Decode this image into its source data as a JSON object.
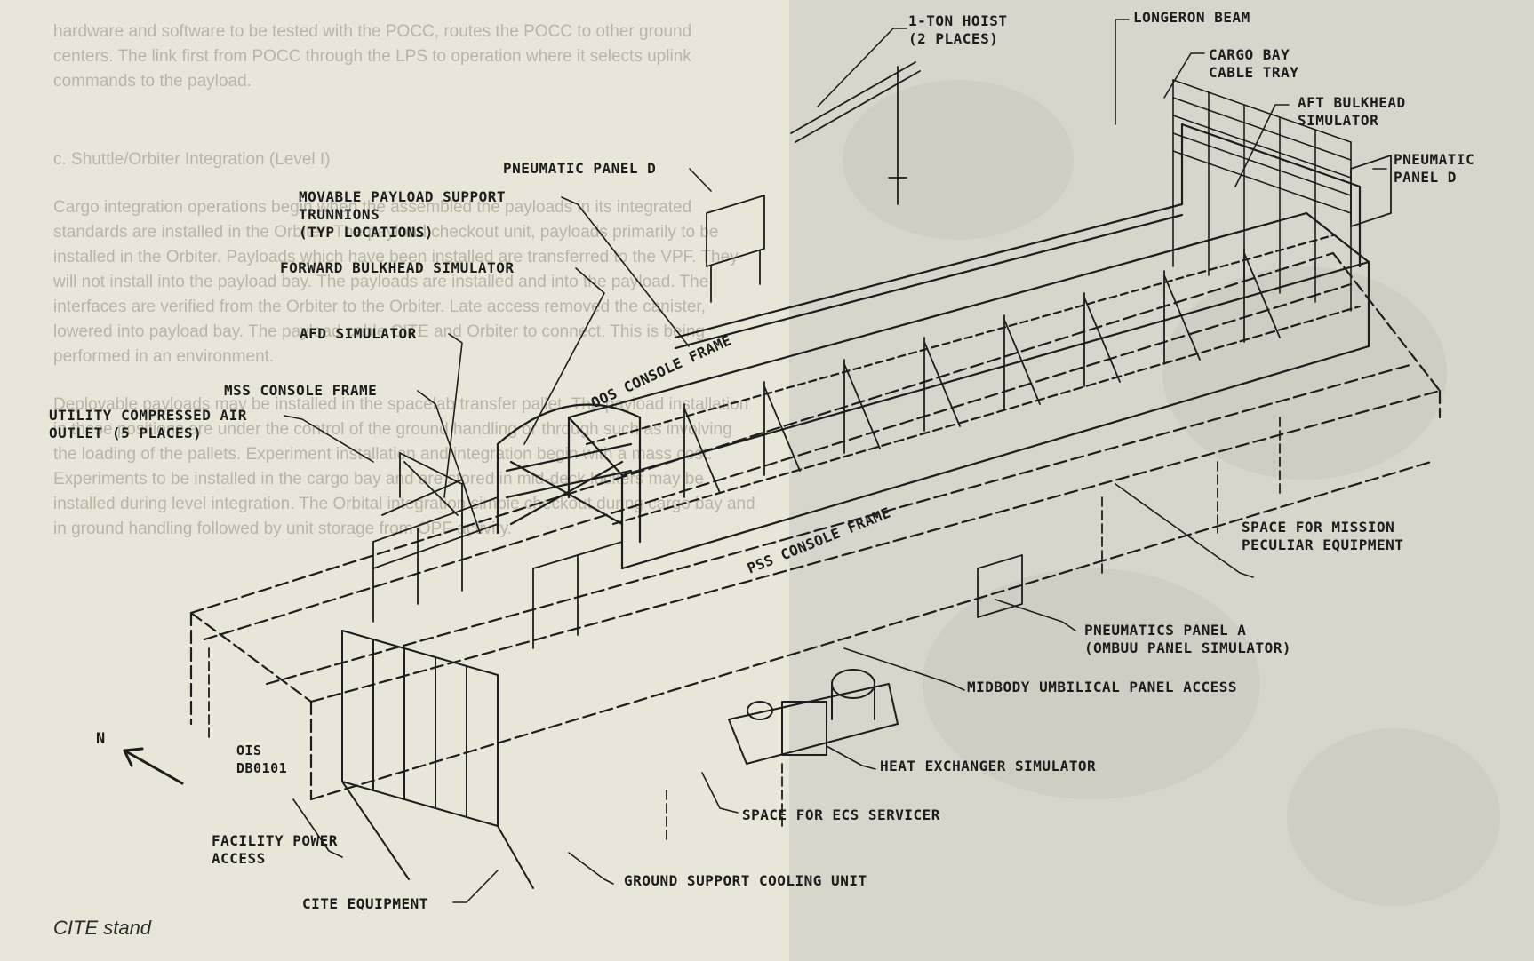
{
  "caption": "CITE stand",
  "background_text": [
    "hardware and software to be tested with the POCC, routes the POCC to other ground centers. The link first from POCC through the LPS to operation where it selects uplink commands to the payload.",
    "c. Shuttle/Orbiter Integration (Level I)",
    "Cargo integration operations begin when the assembled the payloads in its integrated standards are installed in the Orbiter. The payload checkout unit, payloads primarily to be installed in the Orbiter. Payloads which have been installed are transferred to the VPF. They will not install into the payload bay. The payloads are installed and into the payload. The interfaces are verified from the Orbiter to the Orbiter. Late access removed the canister, lowered into payload bay. The payload cable CITE and Orbiter to connect. This is being performed in an environment.",
    "Deployable payloads may be installed in the spacelab transfer pallet. The payload installation in these positions are under the control of the ground handling or through such as involving the loading of the pallets. Experiment installation and integration begin with a mass cost. Experiments to be installed in the cargo bay and are stored in mid-deck lockers may be installed during level integration. The Orbital integration simple checkout during cargo bay and in ground handling followed by unit storage from OPF activity."
  ],
  "labels": {
    "hoist": "1-TON HOIST\n(2 PLACES)",
    "longeron": "LONGERON BEAM",
    "cable_tray": "CARGO BAY\nCABLE TRAY",
    "aft_bulkhead": "AFT BULKHEAD\nSIMULATOR",
    "pneumatic_d_right": "PNEUMATIC\nPANEL D",
    "pneumatic_d_left": "PNEUMATIC PANEL D",
    "trunnions": "MOVABLE PAYLOAD SUPPORT\nTRUNNIONS\n(TYP LOCATIONS)",
    "forward_bulkhead": "FORWARD BULKHEAD SIMULATOR",
    "oos_console": "OOS CONSOLE FRAME",
    "afd_simulator": "AFD SIMULATOR",
    "mss_console": "MSS CONSOLE FRAME",
    "utility_air": "UTILITY COMPRESSED AIR\nOUTLET (5 PLACES)",
    "pss_console": "PSS CONSOLE FRAME",
    "mission_space": "SPACE FOR MISSION\nPECULIAR EQUIPMENT",
    "pneumatics_a": "PNEUMATICS PANEL A\n(OMBUU PANEL SIMULATOR)",
    "midbody": "MIDBODY UMBILICAL PANEL ACCESS",
    "heat_exchanger": "HEAT EXCHANGER SIMULATOR",
    "ecs_servicer": "SPACE FOR ECS SERVICER",
    "facility_power": "FACILITY POWER\nACCESS",
    "ground_cooling": "GROUND SUPPORT COOLING UNIT",
    "cite_equipment": "CITE EQUIPMENT",
    "north": "N",
    "ois": "OIS\nDB0101"
  }
}
